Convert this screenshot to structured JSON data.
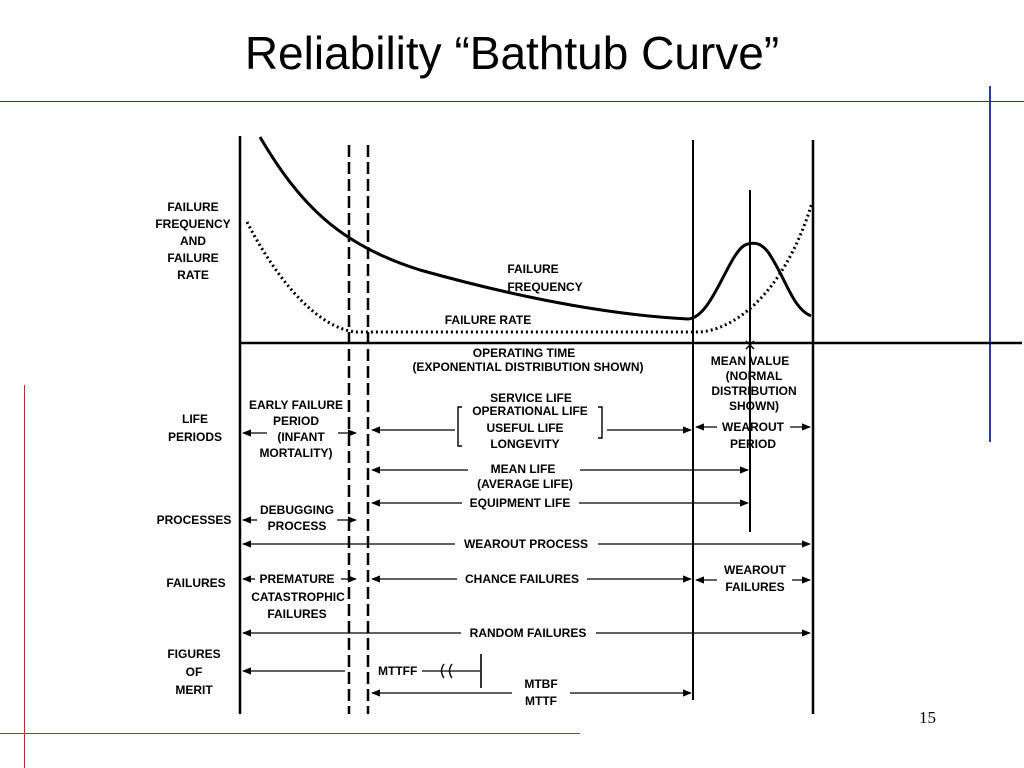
{
  "slide": {
    "title": "Reliability “Bathtub Curve”",
    "page_number": "15",
    "accent_blue": "#2b3a9a",
    "accent_red": "#b03030"
  },
  "diagram": {
    "row_labels": {
      "failure_freq_rate": [
        "FAILURE",
        "FREQUENCY",
        "AND",
        "FAILURE",
        "RATE"
      ],
      "life_periods": [
        "LIFE",
        "PERIODS"
      ],
      "processes": "PROCESSES",
      "failures": "FAILURES",
      "figures_of_merit": [
        "FIGURES",
        "OF",
        "MERIT"
      ]
    },
    "curve_labels": {
      "failure_frequency": [
        "FAILURE",
        "FREQUENCY"
      ],
      "failure_rate": "FAILURE RATE"
    },
    "axis": [
      "OPERATING TIME",
      "(EXPONENTIAL DISTRIBUTION SHOWN)"
    ],
    "mean_value": [
      "MEAN VALUE",
      "(NORMAL",
      "DISTRIBUTION",
      "SHOWN)"
    ],
    "early_failure_period": [
      "EARLY FAILURE",
      "PERIOD",
      "(INFANT",
      "MORTALITY)"
    ],
    "service_life": "SERVICE LIFE",
    "operational_life": "OPERATIONAL LIFE",
    "useful_life": "USEFUL LIFE",
    "longevity": "LONGEVITY",
    "wearout_period": [
      "WEAROUT",
      "PERIOD"
    ],
    "mean_life": [
      "MEAN LIFE",
      "(AVERAGE LIFE)"
    ],
    "equipment_life": "EQUIPMENT LIFE",
    "debugging_process": [
      "DEBUGGING",
      "PROCESS"
    ],
    "wearout_process": "WEAROUT PROCESS",
    "premature_failures": [
      "PREMATURE",
      "CATASTROPHIC",
      "FAILURES"
    ],
    "chance_failures": "CHANCE FAILURES",
    "wearout_failures": [
      "WEAROUT",
      "FAILURES"
    ],
    "random_failures": "RANDOM FAILURES",
    "mttff": "MTTFF",
    "mtbf": "MTBF",
    "mttf": "MTTF"
  }
}
